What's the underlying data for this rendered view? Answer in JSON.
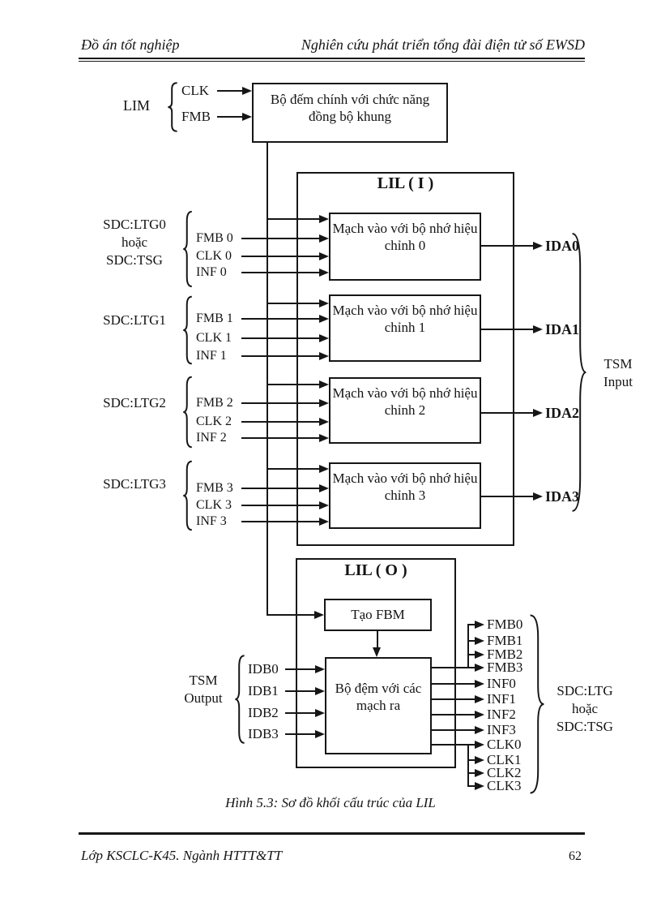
{
  "header": {
    "left": "Đồ án tốt nghiệp",
    "right": "Nghiên cứu phát triển tổng đài điện tử số EWSD"
  },
  "footer": {
    "left": "Lớp KSCLC-K45. Ngành HTTT&TT",
    "page_number": "62"
  },
  "figure_caption": "Hình 5.3: Sơ đồ khối cấu trúc của LIL",
  "diagram": {
    "lim": {
      "label": "LIM",
      "clk": "CLK",
      "fmb": "FMB"
    },
    "counter": "Bộ đếm chính với chức năng đồng bộ khung",
    "lil_i": {
      "title": "LIL ( I )",
      "blocks": [
        "Mạch vào với bộ nhớ hiệu chỉnh 0",
        "Mạch vào với bộ nhớ hiệu chỉnh 1",
        "Mạch vào với bộ nhớ hiệu chỉnh 2",
        "Mạch vào với bộ nhớ hiệu chỉnh 3"
      ],
      "groups": [
        {
          "source": "SDC:LTG0",
          "alt1": "hoặc",
          "alt2": "SDC:TSG",
          "fmb": "FMB 0",
          "clk": "CLK 0",
          "inf": "INF 0"
        },
        {
          "source": "SDC:LTG1",
          "fmb": "FMB 1",
          "clk": "CLK 1",
          "inf": "INF 1"
        },
        {
          "source": "SDC:LTG2",
          "fmb": "FMB 2",
          "clk": "CLK 2",
          "inf": "INF 2"
        },
        {
          "source": "SDC:LTG3",
          "fmb": "FMB 3",
          "clk": "CLK 3",
          "inf": "INF 3"
        }
      ],
      "outputs": [
        "IDA0",
        "IDA1",
        "IDA2",
        "IDA3"
      ],
      "brace_label_1": "TSM",
      "brace_label_2": "Input"
    },
    "lil_o": {
      "title": "LIL ( O )",
      "fbm": "Tạo FBM",
      "buffer": "Bộ đệm với các mạch ra",
      "input_label_1": "TSM",
      "input_label_2": "Output",
      "inputs": [
        "IDB0",
        "IDB1",
        "IDB2",
        "IDB3"
      ],
      "outputs": [
        "FMB0",
        "FMB1",
        "FMB2",
        "FMB3",
        "INF0",
        "INF1",
        "INF2",
        "INF3",
        "CLK0",
        "CLK1",
        "CLK2",
        "CLK3"
      ],
      "dest_1": "SDC:LTG",
      "dest_2": "hoặc",
      "dest_3": "SDC:TSG"
    }
  }
}
